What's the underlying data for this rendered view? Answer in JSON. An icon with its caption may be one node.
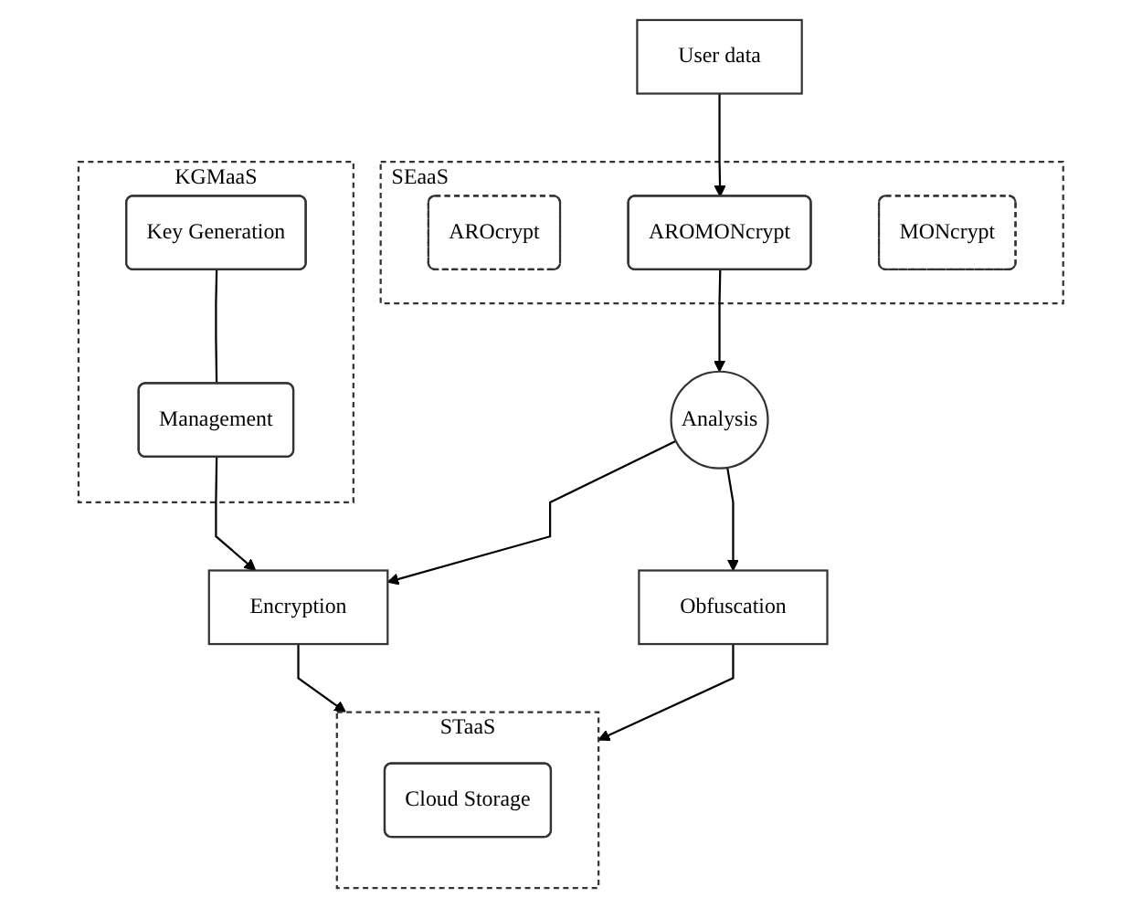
{
  "diagram": {
    "nodes": [
      {
        "text": [
          "User data"
        ]
      },
      {
        "text": [
          "SEaaS"
        ]
      },
      {
        "text": [
          "AROcrypt"
        ],
        "in": 1
      },
      {
        "text": [
          "AROMONcrypt"
        ],
        "in": 1
      },
      {
        "text": [
          "MONcrypt"
        ],
        "in": 1
      },
      {
        "text": [
          "KGMaaS"
        ]
      },
      {
        "text": [
          "Key Generation"
        ],
        "in": 5
      },
      {
        "text": [
          "Management"
        ],
        "in": 5
      },
      {
        "text": [
          "Analysis"
        ]
      },
      {
        "text": [
          "Obfuscation"
        ]
      },
      {
        "text": [
          "Encryption"
        ]
      },
      {
        "text": [
          "STaaS"
        ]
      },
      {
        "text": [
          "Cloud Storage"
        ],
        "in": 11
      }
    ],
    "edges": [
      {
        "from": 0,
        "to": 3,
        "arrow": "to"
      },
      {
        "from": 3,
        "to": 8,
        "arrow": "to"
      },
      {
        "from": 6,
        "to": 7,
        "arrow": "none"
      },
      {
        "from": 8,
        "to": 9,
        "arrow": "to"
      },
      {
        "from": 8,
        "to": 10,
        "arrow": "to"
      },
      {
        "from": 7,
        "to": 10,
        "arrow": "to"
      },
      {
        "from": 10,
        "to": 11,
        "arrow": "to"
      },
      {
        "from": 9,
        "to": 11,
        "arrow": "to"
      }
    ]
  }
}
